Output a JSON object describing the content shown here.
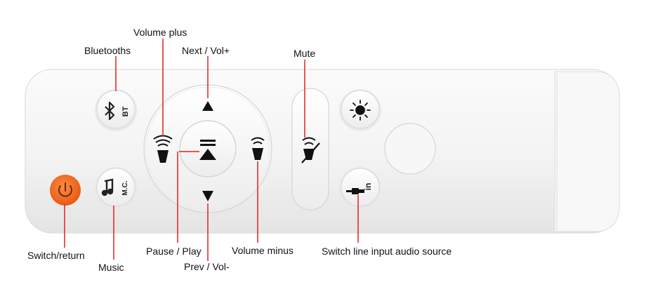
{
  "remote": {
    "body_color": "#f4f4f4",
    "button_color": "#f7f7f7",
    "power_color": "#f26a22",
    "callout_line_color": "#e0201c",
    "buttons": {
      "bluetooth_text": "BT",
      "music_text": "M.C.",
      "line_in_text": "in"
    }
  },
  "callouts": {
    "volume_plus": "Volume plus",
    "bluetooths": "Bluetooths",
    "next_vol_plus": "Next / Vol+",
    "mute": "Mute",
    "switch_return": "Switch/return",
    "music": "Music",
    "pause_play": "Pause / Play",
    "prev_vol_minus": "Prev / Vol-",
    "volume_minus": "Volume minus",
    "switch_line_input": "Switch line input audio source"
  }
}
